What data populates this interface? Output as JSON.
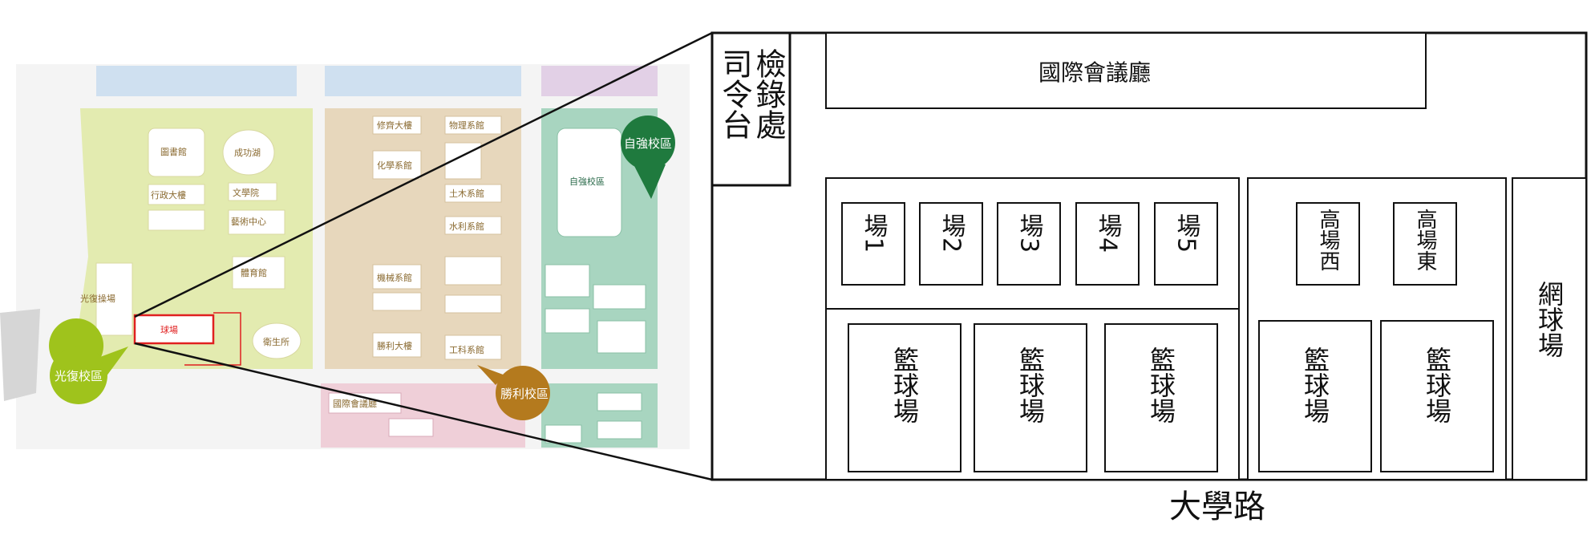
{
  "campus_map": {
    "markers": {
      "guangfu": "光復校區",
      "shengli": "勝利校區",
      "ziqiang": "自強校區"
    },
    "buildings": {
      "admin_building": "行政大樓",
      "college_bldg": "成功湖",
      "library": "圖書館",
      "stadium": "光復操場",
      "court_area": "球場",
      "guest_house": "國際會議廳",
      "kuang_bldg": "修齊大樓",
      "chem": "化學系館",
      "physics": "物理系館",
      "civil": "土木系館",
      "hydraulic": "水利系館",
      "mech": "機械系館",
      "eng": "工科系館",
      "res": "自強校區",
      "cafeteria": "勝利校區",
      "dorm": "勝利大樓",
      "health": "衛生所",
      "sport": "體育館",
      "liberal": "文學院",
      "arts": "藝術中心"
    }
  },
  "detail_plan": {
    "command_post": "司令台",
    "inspection": "檢錄處",
    "conference_hall": "國際會議廳",
    "fields": [
      "場1",
      "場2",
      "場3",
      "場4",
      "場5"
    ],
    "high_fields": [
      "高場西",
      "高場東"
    ],
    "basketball": "籃球場",
    "tennis": "網球場",
    "road": "大學路"
  },
  "colors": {
    "guangfu_fill": "#e3ebb0",
    "shengli_fill": "#e7d7bc",
    "ziqiang_fill": "#a8d5c0",
    "pink_fill": "#efcfd8",
    "blue_fill": "#cfe0f0",
    "purple_fill": "#e2d0e6",
    "guangfu_marker": "#9fc31c",
    "shengli_marker": "#b47a1e",
    "ziqiang_marker": "#1f7a3e",
    "highlight": "#e02020"
  }
}
